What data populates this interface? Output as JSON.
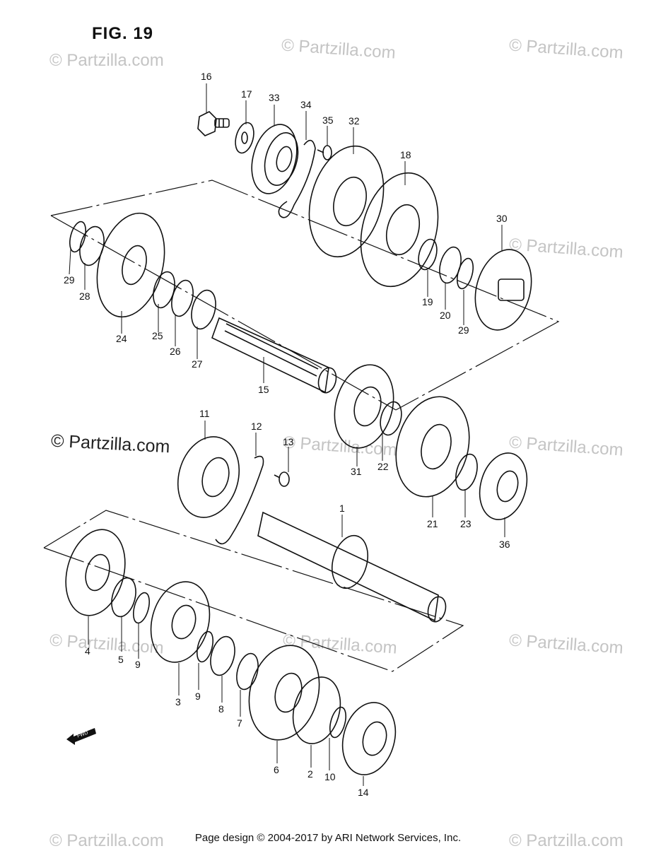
{
  "figure": {
    "title": "FIG. 19"
  },
  "watermarks": {
    "faint": "© Partzilla.com",
    "prominent": "© Partzilla.com"
  },
  "fwd_label": "FWD",
  "footer": {
    "text": "Page design © 2004-2017 by ARI Network Services, Inc."
  },
  "callouts": [
    "16",
    "17",
    "33",
    "34",
    "35",
    "32",
    "18",
    "30",
    "29",
    "28",
    "24",
    "25",
    "26",
    "27",
    "19",
    "20",
    "29",
    "15",
    "11",
    "12",
    "13",
    "31",
    "22",
    "21",
    "23",
    "36",
    "1",
    "4",
    "5",
    "9",
    "3",
    "9",
    "8",
    "7",
    "6",
    "2",
    "10",
    "14"
  ],
  "colors": {
    "ink": "#111111",
    "watermark": "#c4c4c4"
  }
}
